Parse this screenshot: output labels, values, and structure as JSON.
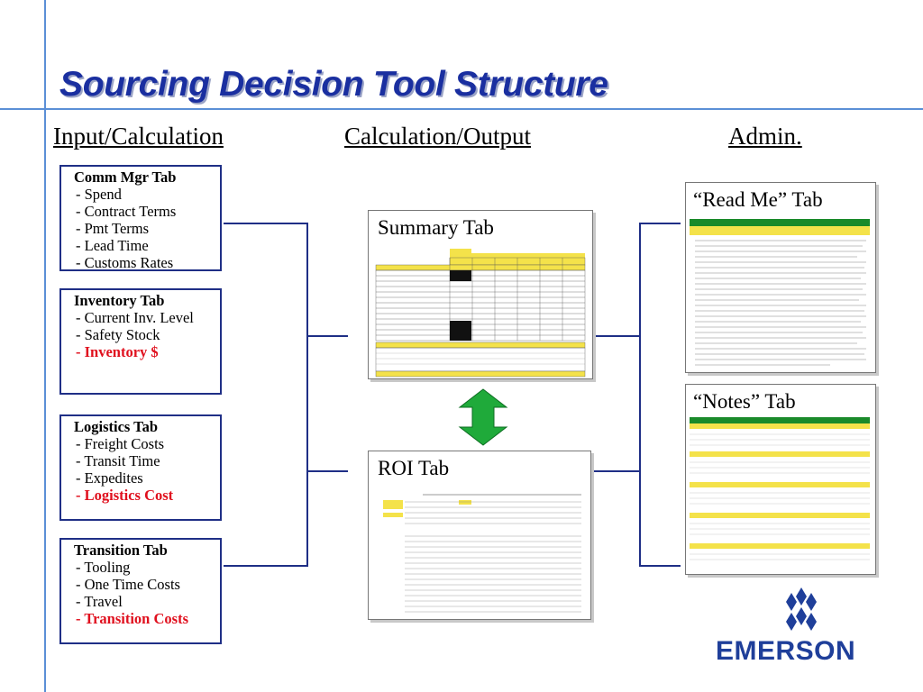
{
  "title": "Sourcing Decision Tool Structure",
  "columns": {
    "input": "Input/Calculation",
    "calc": "Calculation/Output",
    "admin": "Admin."
  },
  "input_tabs": [
    {
      "title": "Comm Mgr Tab",
      "items": [
        "- Spend",
        "- Contract Terms",
        "- Pmt Terms",
        "- Lead Time",
        "- Customs Rates"
      ],
      "highlight": ""
    },
    {
      "title": "Inventory Tab",
      "items": [
        "- Current Inv. Level",
        "- Safety Stock"
      ],
      "highlight": "- Inventory $"
    },
    {
      "title": "Logistics Tab",
      "items": [
        "- Freight Costs",
        "- Transit Time",
        "- Expedites"
      ],
      "highlight": "- Logistics Cost"
    },
    {
      "title": "Transition Tab",
      "items": [
        "- Tooling",
        "- One Time Costs",
        "- Travel"
      ],
      "highlight": "- Transition Costs"
    }
  ],
  "panels": {
    "summary": "Summary Tab",
    "roi": "ROI Tab",
    "readme": "“Read Me” Tab",
    "notes": "“Notes” Tab"
  },
  "brand": {
    "logo_text": "EMERSON",
    "primary_color": "#1a2fa0",
    "accent_red": "#e0101e",
    "arrow_green": "#1faa3a"
  }
}
